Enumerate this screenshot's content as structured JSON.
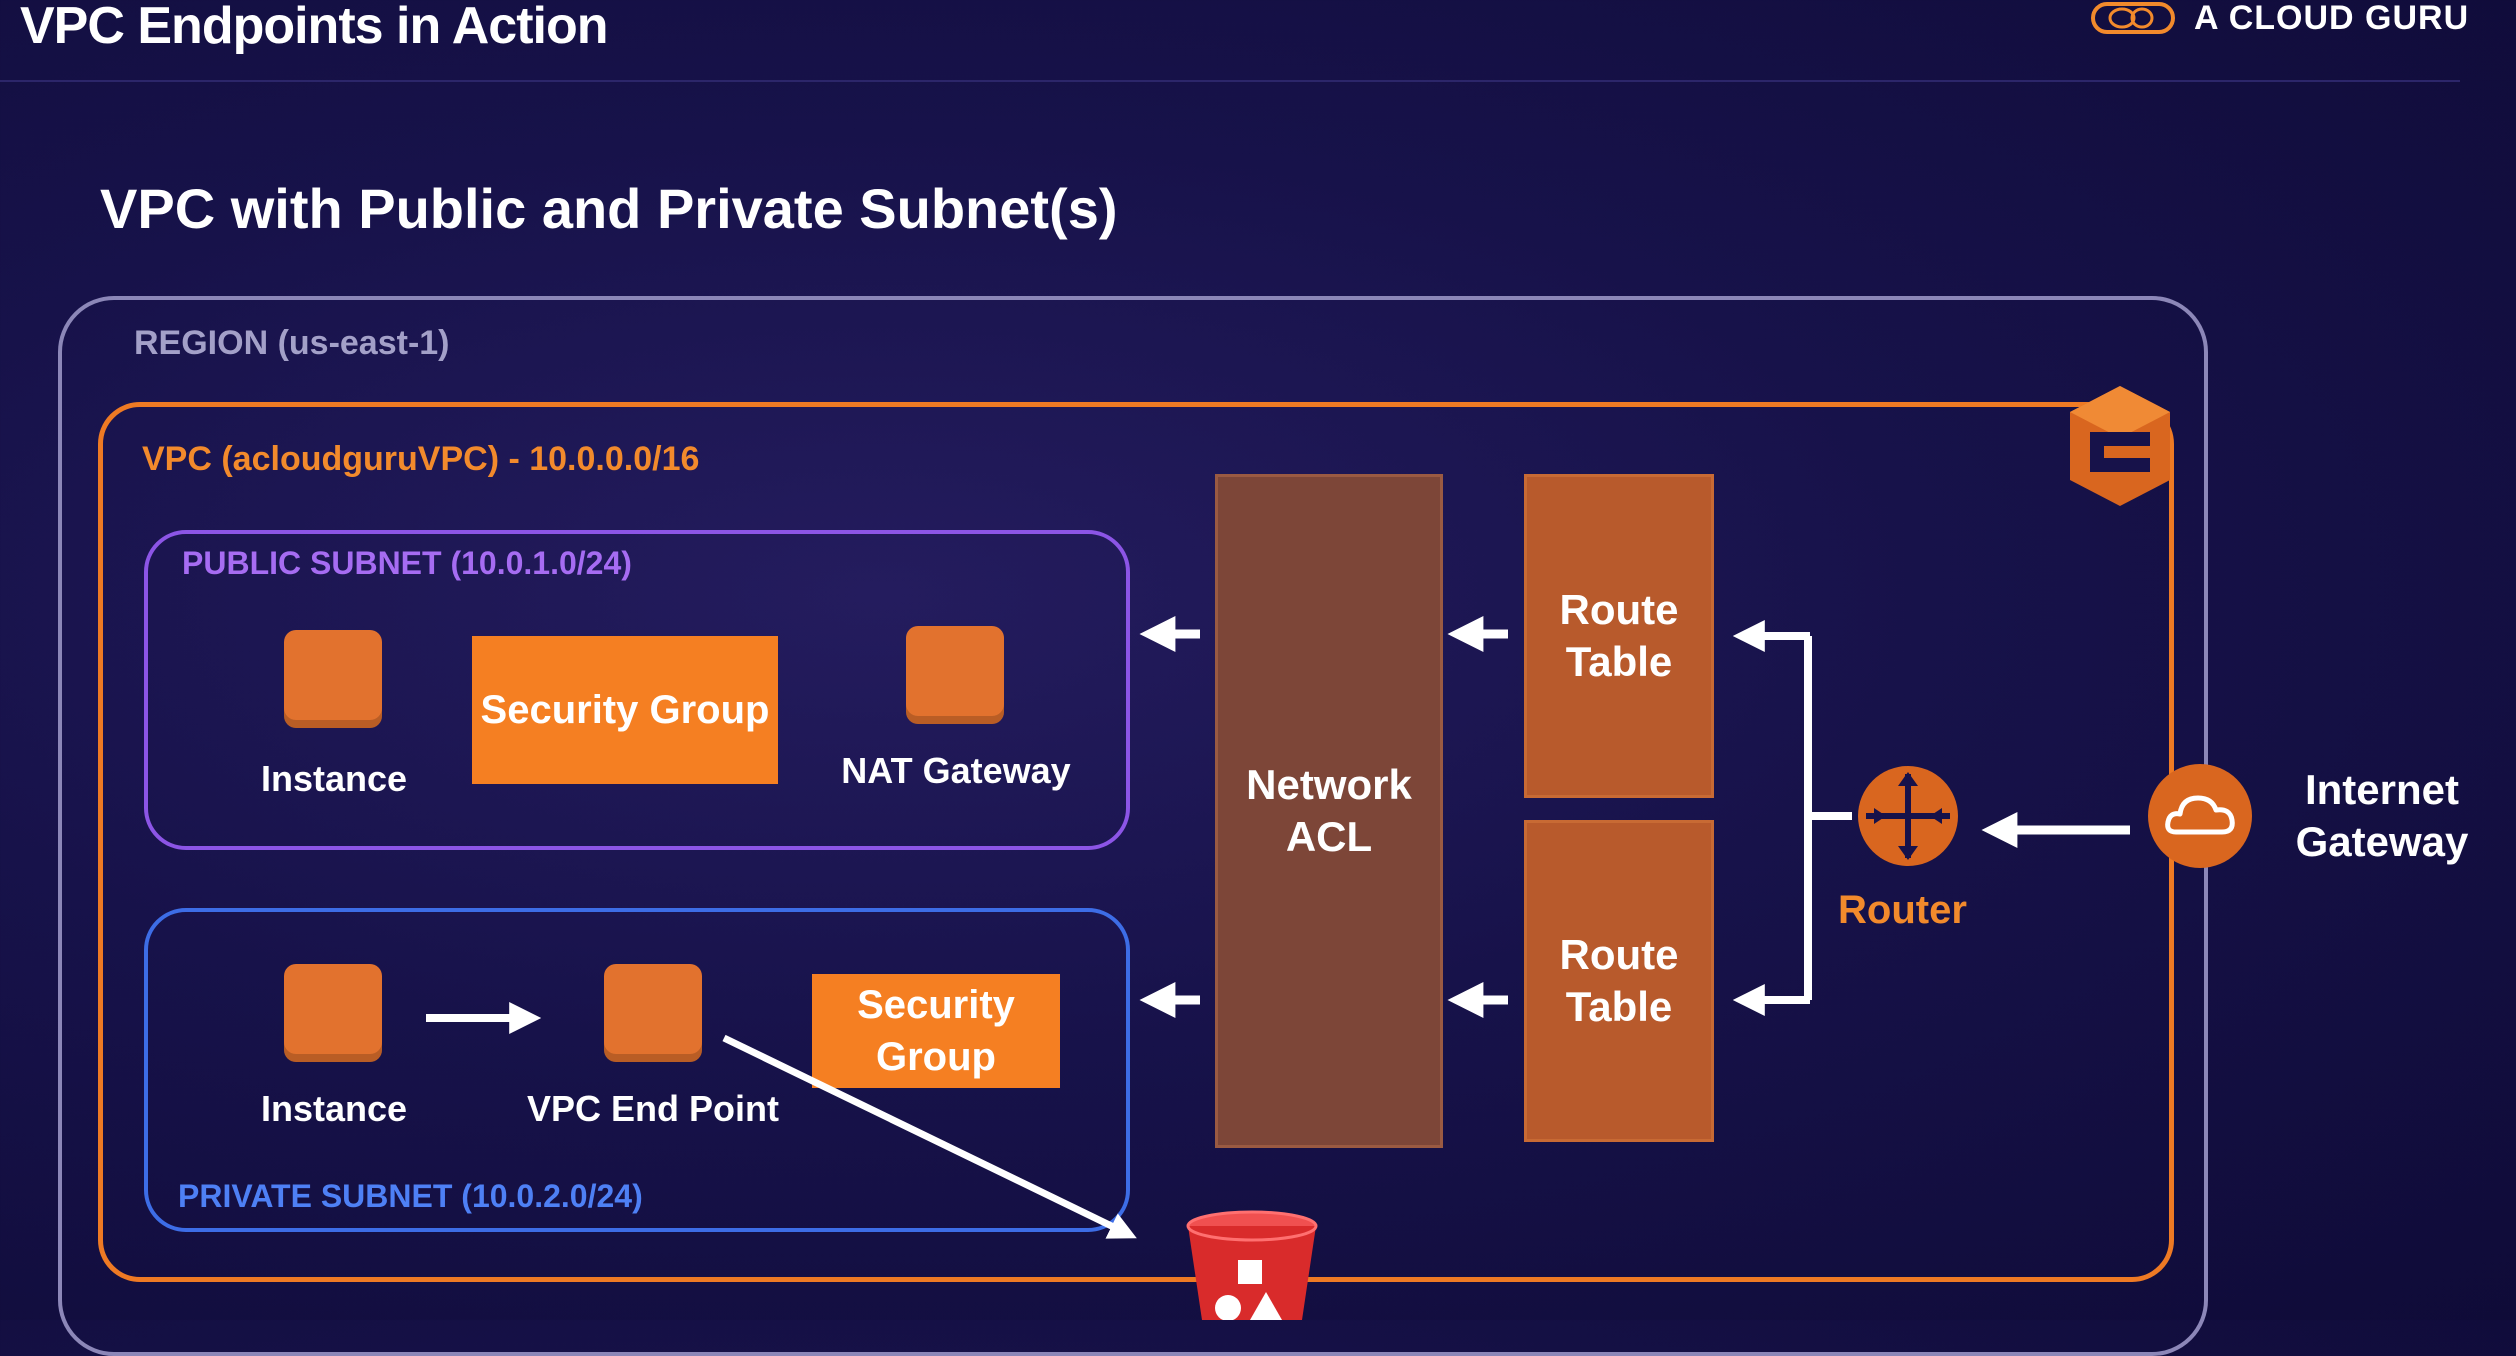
{
  "header": {
    "title": "VPC Endpoints in Action",
    "brand": "A CLOUD GURU"
  },
  "diagram": {
    "title": "VPC with Public and Private Subnet(s)",
    "region_label": "REGION (us-east-1)",
    "vpc_label": "VPC (acloudguruVPC) - 10.0.0.0/16",
    "public_subnet": {
      "label": "PUBLIC SUBNET (10.0.1.0/24)",
      "instance_label": "Instance",
      "security_group_label": "Security Group",
      "nat_gateway_label": "NAT Gateway"
    },
    "private_subnet": {
      "label": "PRIVATE SUBNET (10.0.2.0/24)",
      "instance_label": "Instance",
      "vpc_endpoint_label": "VPC End Point",
      "security_group_label": "Security Group"
    },
    "network_acl_label": "Network ACL",
    "route_table_top_label": "Route Table",
    "route_table_bottom_label": "Route Table",
    "router_label": "Router",
    "internet_gateway_label": "Internet Gateway"
  },
  "colors": {
    "background": "#17124a",
    "region_border": "#8c87b8",
    "vpc_border": "#ee7a24",
    "public_subnet_border": "#8c55e6",
    "private_subnet_border": "#3d6de6",
    "instance_orange": "#e2722e",
    "security_group_orange": "#f57f22",
    "network_acl": "#7d4638",
    "route_table": "#b85a2c",
    "s3_red": "#d92b2b"
  },
  "icons": {
    "brand": "cloud-logo-icon",
    "vpc": "vpc-icon",
    "router": "router-icon",
    "internet_gateway": "cloud-icon",
    "s3": "s3-bucket-icon"
  }
}
